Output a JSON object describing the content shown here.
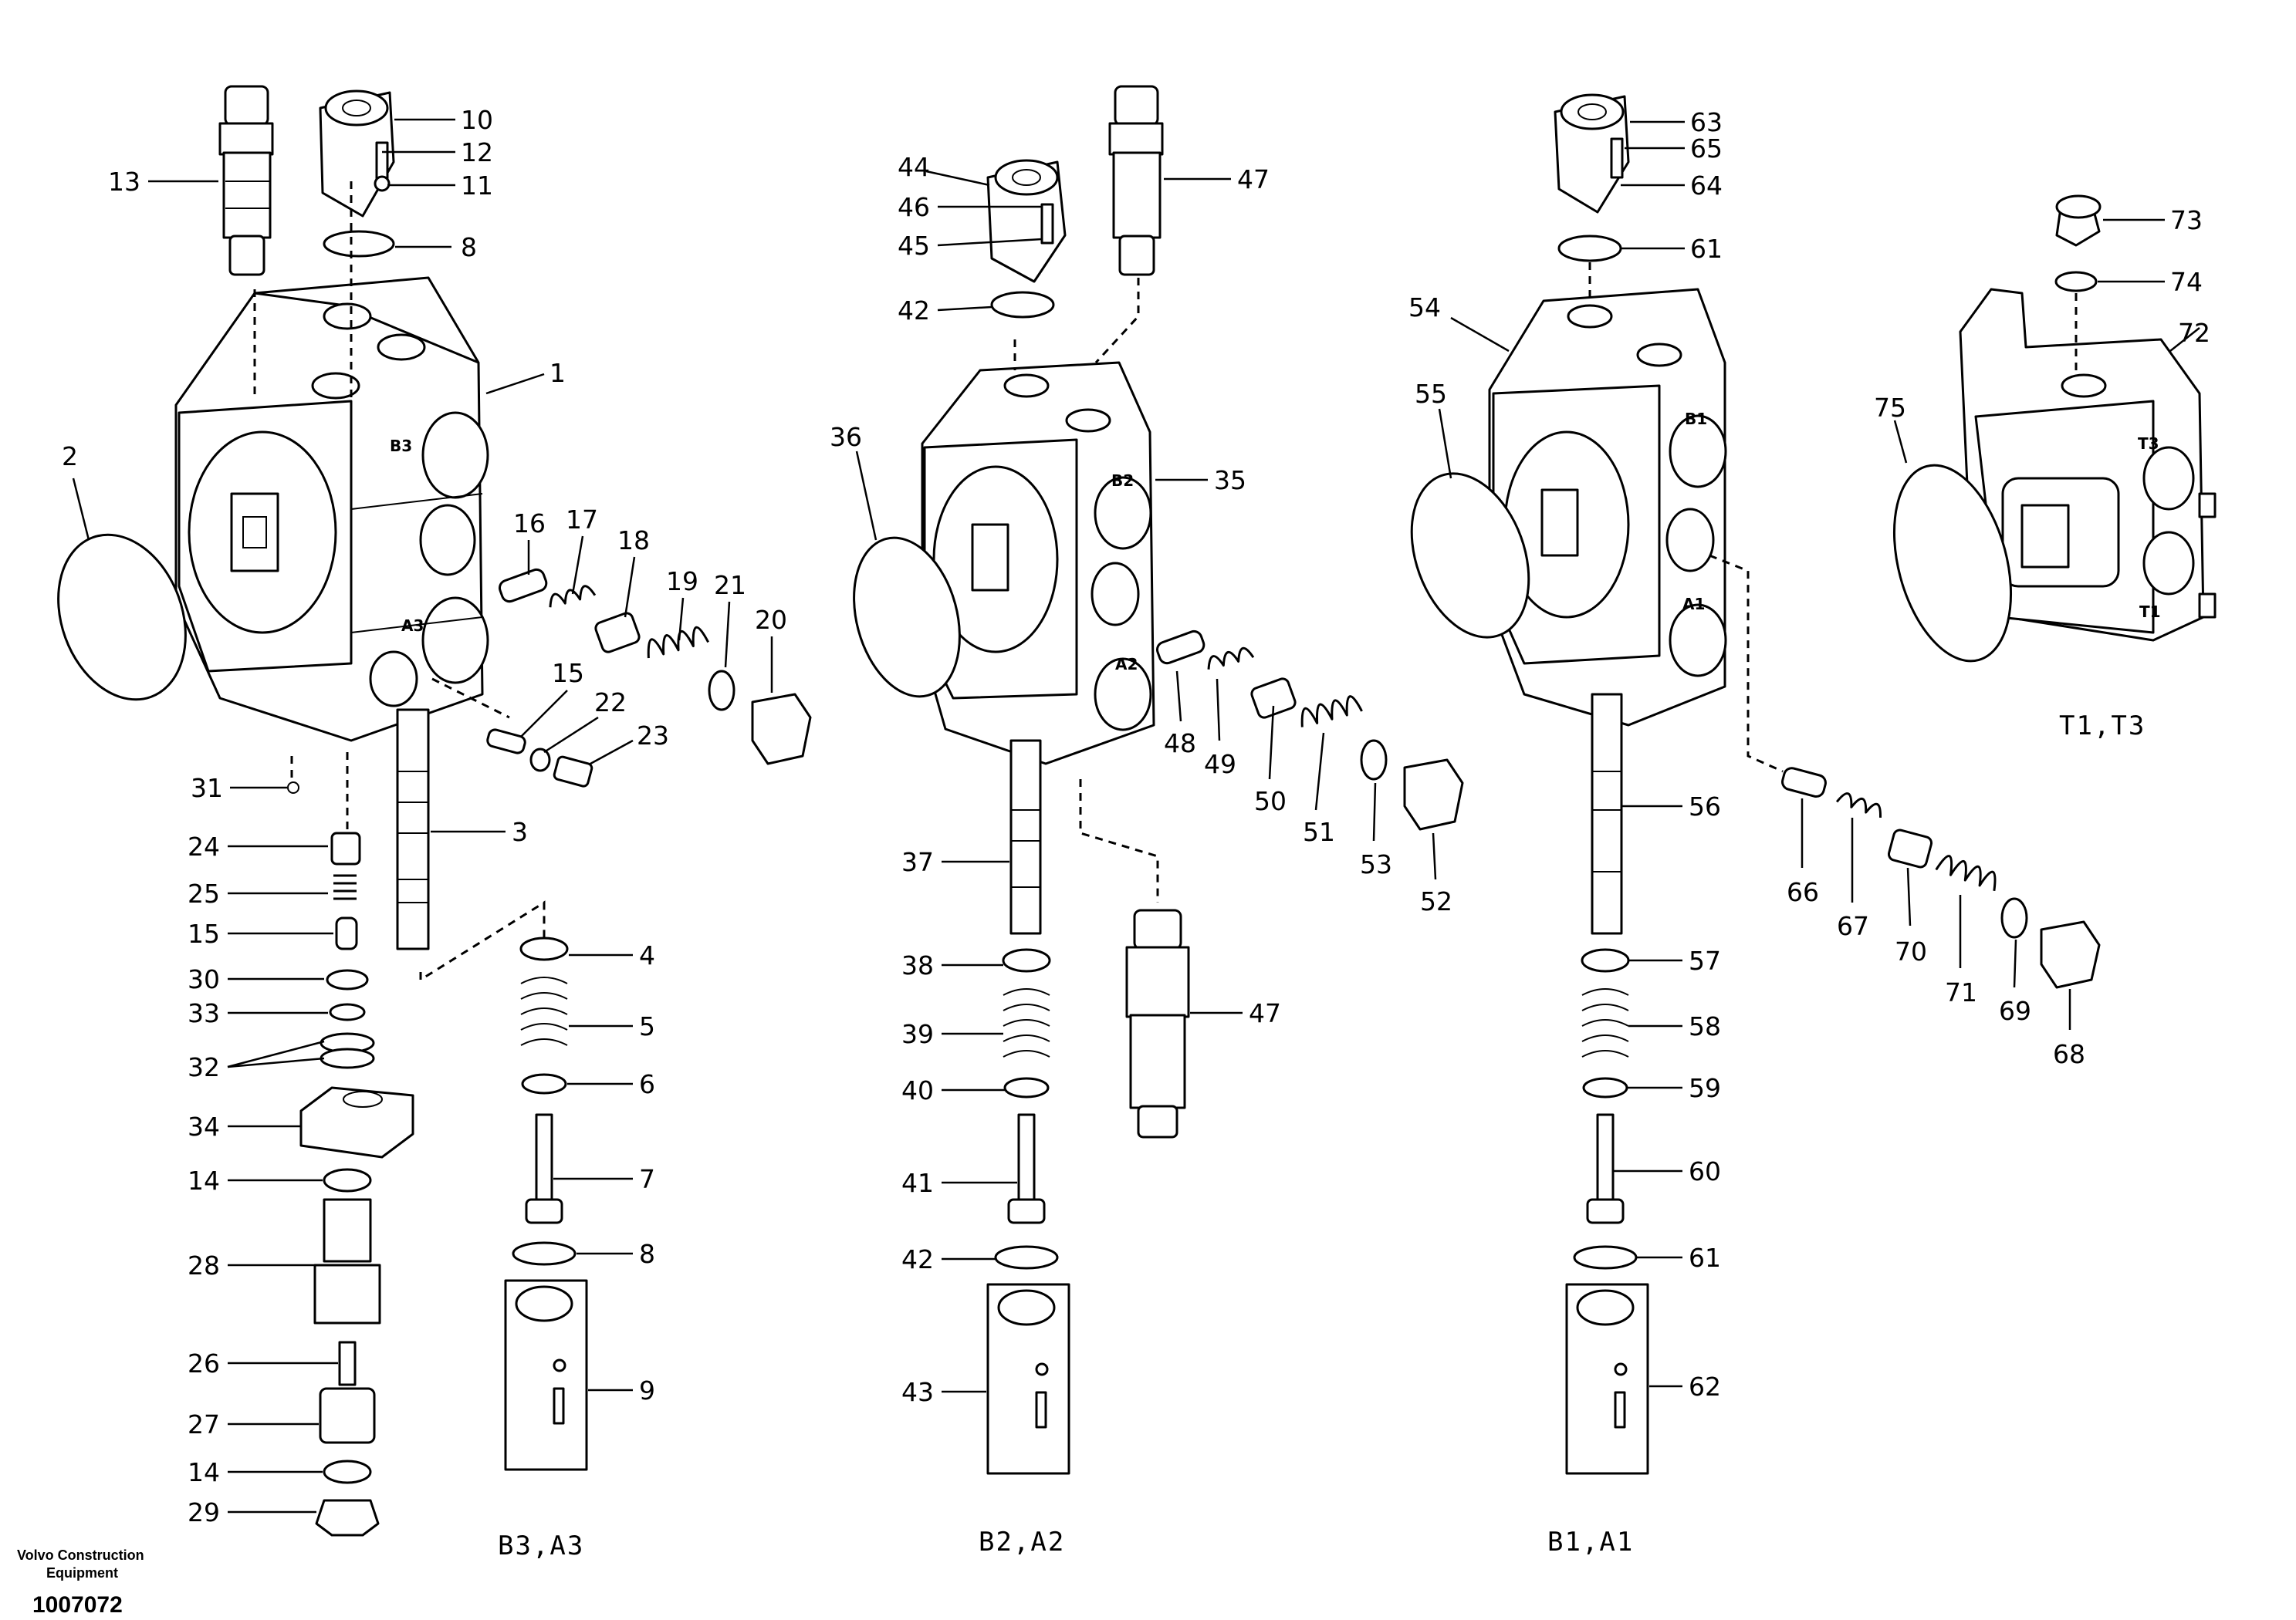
{
  "groups": {
    "b3a3": "B3,A3",
    "b2a2": "B2,A2",
    "b1a1": "B1,A1",
    "t1t3": "T1,T3"
  },
  "ports": {
    "b3": "B3",
    "a3": "A3",
    "b2": "B2",
    "a2": "A2",
    "b1": "B1",
    "a1": "A1",
    "t3": "T3",
    "t1": "T1"
  },
  "footer": {
    "company_line1": "Volvo Construction",
    "company_line2": "Equipment",
    "doc_number": "1007072"
  },
  "parts": [
    "13",
    "10",
    "12",
    "11",
    "8",
    "1",
    "2",
    "16",
    "17",
    "18",
    "19",
    "21",
    "20",
    "15",
    "22",
    "23",
    "31",
    "3",
    "24",
    "25",
    "15",
    "30",
    "33",
    "32",
    "34",
    "14",
    "28",
    "26",
    "27",
    "14",
    "29",
    "4",
    "5",
    "6",
    "7",
    "8",
    "9",
    "44",
    "46",
    "45",
    "47",
    "42",
    "36",
    "35",
    "48",
    "49",
    "50",
    "51",
    "53",
    "52",
    "37",
    "38",
    "39",
    "40",
    "41",
    "42",
    "43",
    "47",
    "63",
    "65",
    "64",
    "61",
    "54",
    "55",
    "56",
    "57",
    "58",
    "59",
    "60",
    "61",
    "62",
    "66",
    "67",
    "70",
    "71",
    "69",
    "68",
    "73",
    "74",
    "72",
    "75"
  ]
}
